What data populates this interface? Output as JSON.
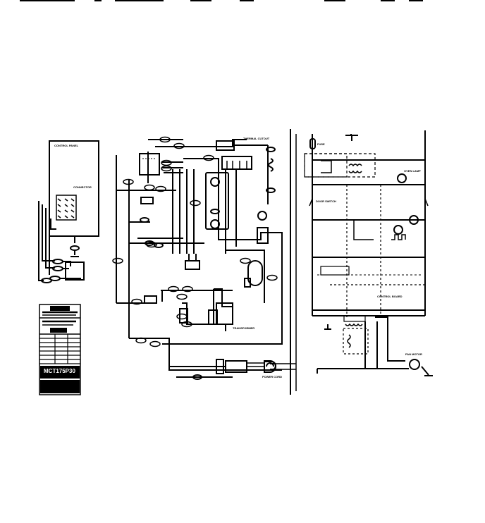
{
  "diagram": {
    "type": "wiring-schematic",
    "background": "#ffffff",
    "ink": "#000000",
    "panels": [
      {
        "id": "left",
        "description": "control panel / connector block"
      },
      {
        "id": "center",
        "description": "main wiring diagram"
      },
      {
        "id": "right",
        "description": "ladder schematic"
      }
    ],
    "legend_box": {
      "part_code": "MCT175P30"
    },
    "labels": {
      "control_panel": "CONTROL PANEL",
      "connector": "CONNECTOR",
      "fuse": "FUSE",
      "power_cord": "POWER CORD",
      "control_board": "CONTROL BOARD",
      "thermal_cutout": "THERMAL CUTOUT",
      "transformer": "TRANSFORMER",
      "door_switch": "DOOR SWITCH",
      "oven_lamp": "OVEN LAMP",
      "fan_motor": "FAN MOTOR"
    }
  }
}
